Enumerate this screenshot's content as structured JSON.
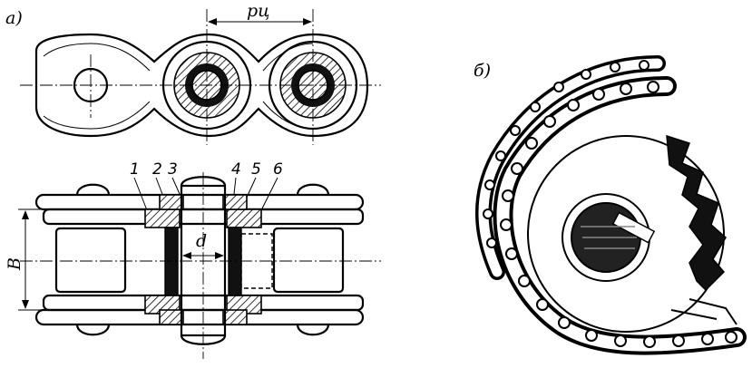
{
  "figure": {
    "panel_a_label": "а)",
    "panel_b_label": "б)",
    "pitch_label": "pц",
    "diameter_label": "d",
    "width_label": "B",
    "part_numbers": [
      "1",
      "2",
      "3",
      "4",
      "5",
      "6"
    ]
  }
}
